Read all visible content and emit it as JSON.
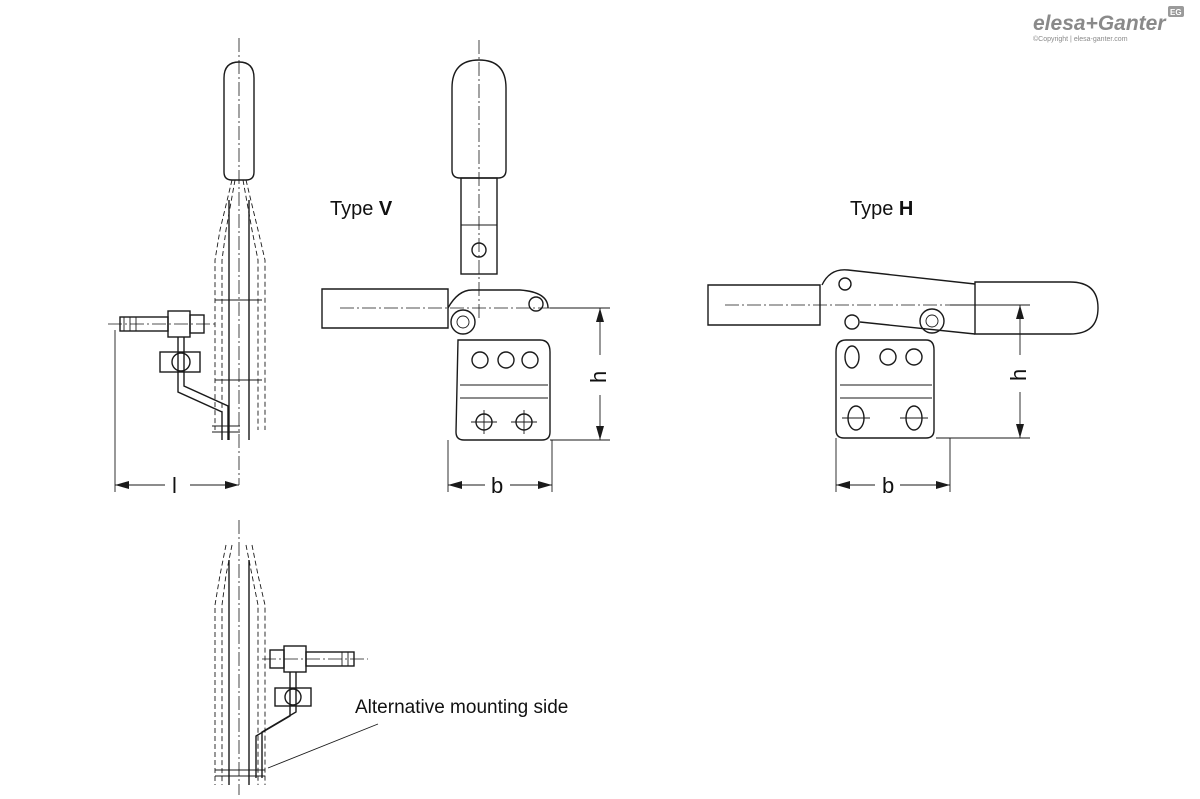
{
  "logo": {
    "name": "elesa+Ganter",
    "badge": "EG",
    "copyright": "©Copyright | elesa-ganter.com"
  },
  "labels": {
    "type_v_prefix": "Type ",
    "type_v_letter": "V",
    "type_h_prefix": "Type ",
    "type_h_letter": "H",
    "dim_l": "l",
    "dim_b_v": "b",
    "dim_h_v": "h",
    "dim_b_h": "b",
    "dim_h_h": "h",
    "alt_mounting": "Alternative mounting side"
  }
}
